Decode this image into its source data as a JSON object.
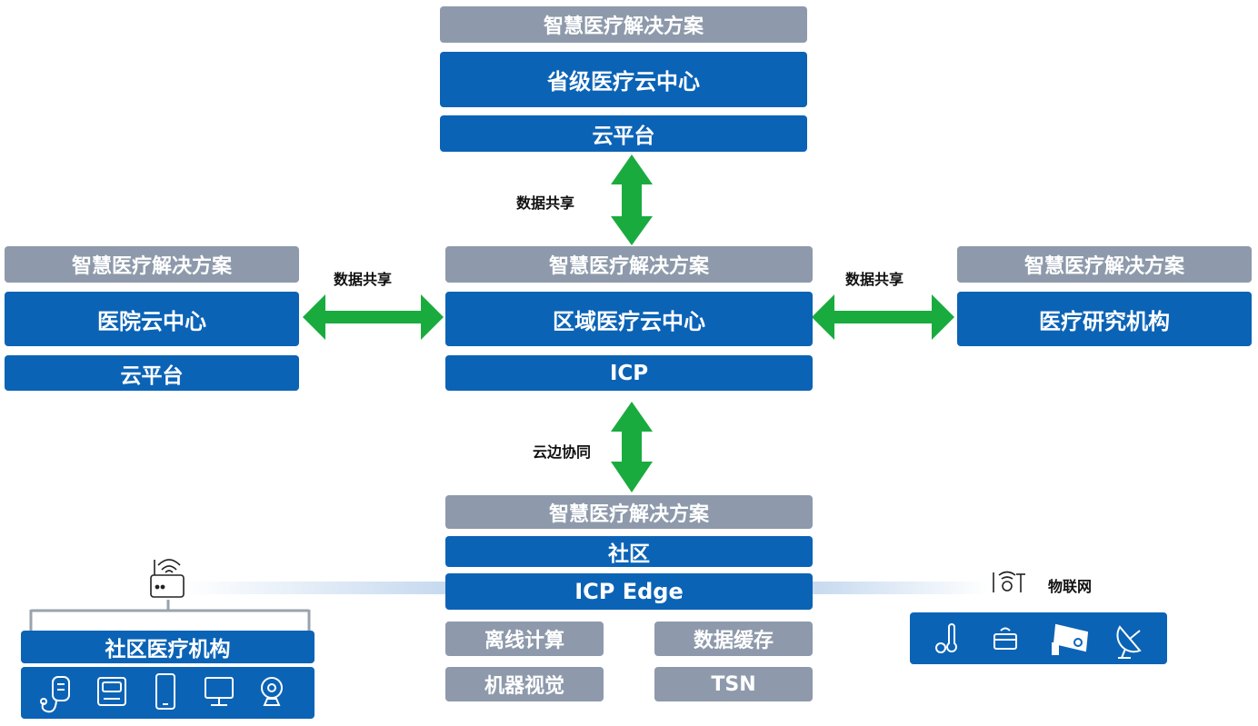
{
  "top": {
    "header": "智慧医疗解决方案",
    "title": "省级医疗云中心",
    "platform": "云平台"
  },
  "left": {
    "header": "智慧医疗解决方案",
    "title": "医院云中心",
    "platform": "云平台"
  },
  "center": {
    "header": "智慧医疗解决方案",
    "title": "区域医疗云中心",
    "platform": "ICP"
  },
  "right": {
    "header": "智慧医疗解决方案",
    "title": "医疗研究机构"
  },
  "bottom": {
    "header": "智慧医疗解决方案",
    "community": "社区",
    "edge": "ICP Edge",
    "modules": [
      "离线计算",
      "数据缓存",
      "机器视觉",
      "TSN"
    ]
  },
  "community_inst": {
    "title": "社区医疗机构",
    "icons": [
      "stethoscope-icon",
      "scale-icon",
      "phone-icon",
      "monitor-icon",
      "webcam-icon"
    ]
  },
  "iot": {
    "label": "物联网",
    "icon_text": "IOT",
    "icons": [
      "thermometer-icon",
      "gateway-icon",
      "camera-icon",
      "satellite-dish-icon"
    ]
  },
  "links": {
    "top_center": "数据共享",
    "left_center": "数据共享",
    "center_right": "数据共享",
    "center_bottom": "云边协同"
  },
  "colors": {
    "blue": "#0b63b6",
    "gray": "#8e9aab",
    "green": "#1aab3f",
    "light_blue": "#c6d9ef"
  }
}
